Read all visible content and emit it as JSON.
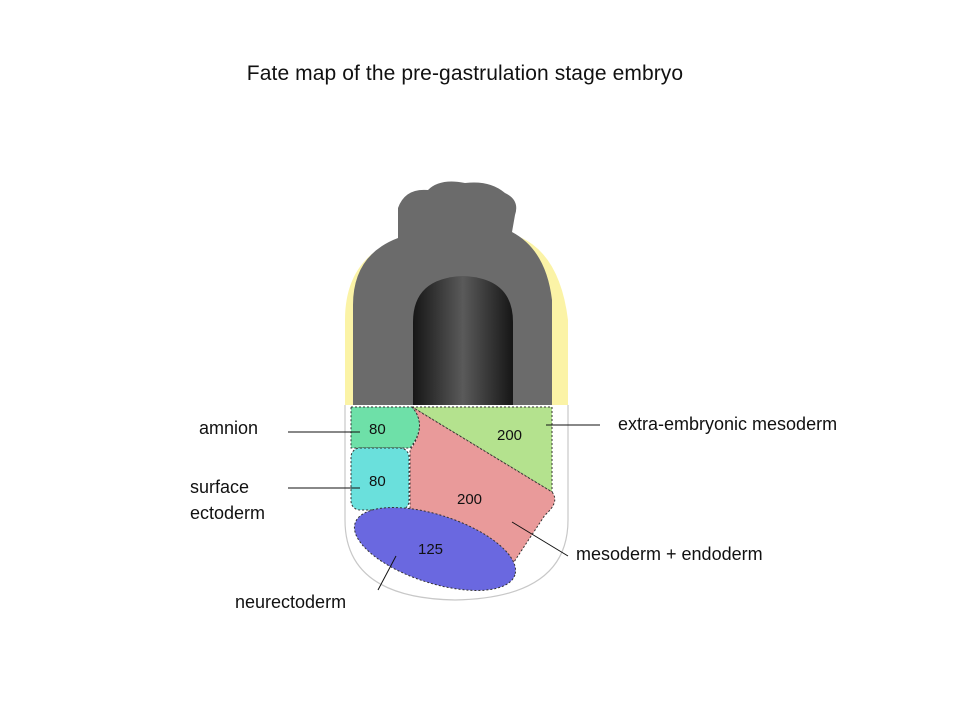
{
  "title": "Fate map of the pre-gastrulation stage embryo",
  "regions": [
    {
      "key": "amnion",
      "label": "amnion",
      "value": "80",
      "color": "#6ee0a8"
    },
    {
      "key": "surface_ectoderm",
      "label_line1": "surface",
      "label_line2": "ectoderm",
      "value": "80",
      "color": "#6ae0dc"
    },
    {
      "key": "extra_embryonic_mesoderm",
      "label": "extra-embryonic mesoderm",
      "value": "200",
      "color": "#b4e28e"
    },
    {
      "key": "mesoderm_endoderm",
      "label": "mesoderm + endoderm",
      "value": "200",
      "color": "#e99a9a"
    },
    {
      "key": "neurectoderm",
      "label": "neurectoderm",
      "value": "125",
      "color": "#6a68e0"
    }
  ],
  "colors": {
    "extraembryonic_ectoderm": "#6b6b6b",
    "visceral_endoderm": "#fbf3a6",
    "proamniotic_cavity": "#303030",
    "outline": "#c8c8c8"
  }
}
